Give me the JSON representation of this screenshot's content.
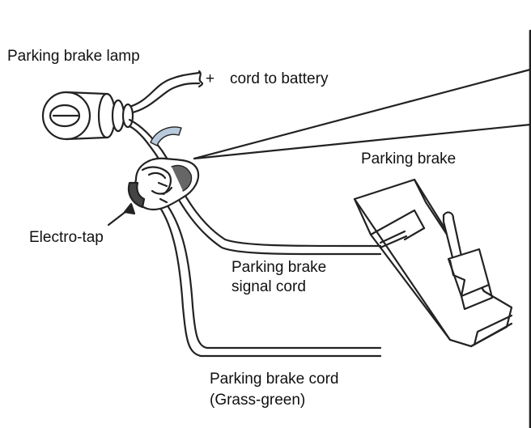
{
  "labels": {
    "parking_brake_lamp": "Parking brake lamp",
    "battery_cord": "cord to battery",
    "plus_sign": "+",
    "parking_brake": "Parking brake",
    "electro_tap": "Electro-tap",
    "signal_cord_line1": "Parking brake",
    "signal_cord_line2": "signal cord",
    "brake_cord_line1": "Parking brake cord",
    "brake_cord_line2": "(Grass-green)"
  },
  "colors": {
    "line": "#222222",
    "background": "#ffffff",
    "tap_shade": "#444444",
    "arrow_fill": "#b8cadb"
  },
  "icons": {
    "lamp": "lamp-socket-icon",
    "electro_tap": "electro-tap-connector-icon",
    "parking_brake": "parking-brake-lever-icon"
  }
}
